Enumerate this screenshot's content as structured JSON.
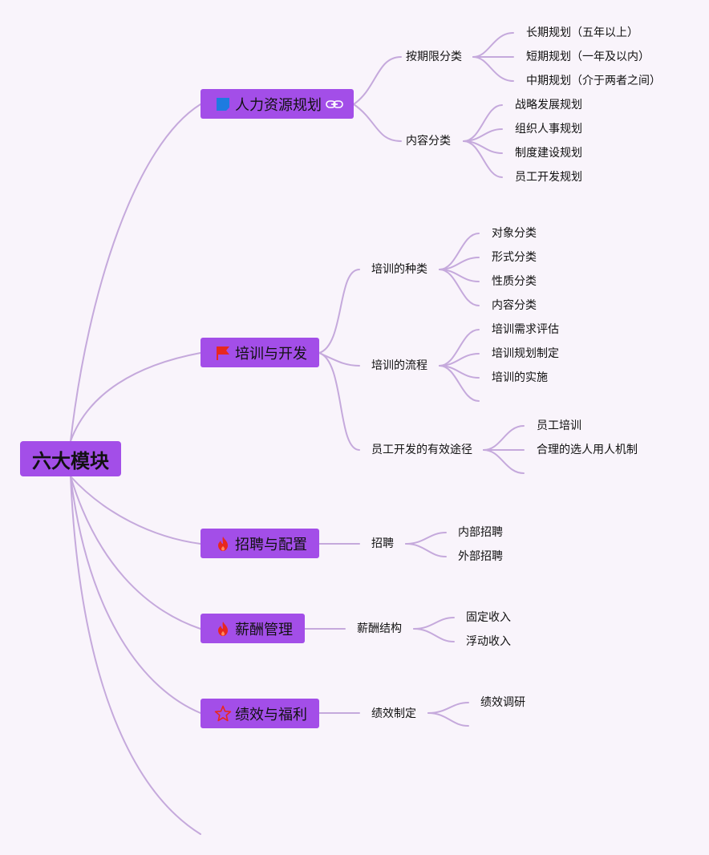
{
  "colors": {
    "background": "#f9f4fb",
    "node_fill": "#a34ee8",
    "connector": "#c5a9dc",
    "icon_blue": "#1e7be0",
    "icon_red": "#e8281e"
  },
  "root": {
    "label": "六大模块"
  },
  "branches": [
    {
      "label": "人力资源规划",
      "icon": "flag-blue-icon",
      "children": [
        {
          "label": "按期限分类",
          "leaves": [
            "长期规划（五年以上）",
            "短期规划（一年及以内）",
            "中期规划（介于两者之间）"
          ]
        },
        {
          "label": "内容分类",
          "leaves": [
            "战略发展规划",
            "组织人事规划",
            "制度建设规划",
            "员工开发规划"
          ]
        }
      ]
    },
    {
      "label": "培训与开发",
      "icon": "flag-red-icon",
      "children": [
        {
          "label": "培训的种类",
          "leaves": [
            "对象分类",
            "形式分类",
            "性质分类",
            "内容分类"
          ]
        },
        {
          "label": "培训的流程",
          "leaves": [
            "培训需求评估",
            "培训规划制定",
            "培训的实施",
            ""
          ]
        },
        {
          "label": "员工开发的有效途径",
          "leaves": [
            "员工培训",
            "合理的选人用人机制",
            ""
          ]
        }
      ]
    },
    {
      "label": "招聘与配置",
      "icon": "fire-icon",
      "children": [
        {
          "label": "招聘",
          "leaves": [
            "内部招聘",
            "外部招聘"
          ]
        }
      ]
    },
    {
      "label": "薪酬管理",
      "icon": "fire-icon",
      "children": [
        {
          "label": "薪酬结构",
          "leaves": [
            "固定收入",
            "浮动收入"
          ]
        }
      ]
    },
    {
      "label": "绩效与福利",
      "icon": "star-outline-icon",
      "children": [
        {
          "label": "绩效制定",
          "leaves": [
            "绩效调研",
            ""
          ]
        }
      ]
    }
  ]
}
